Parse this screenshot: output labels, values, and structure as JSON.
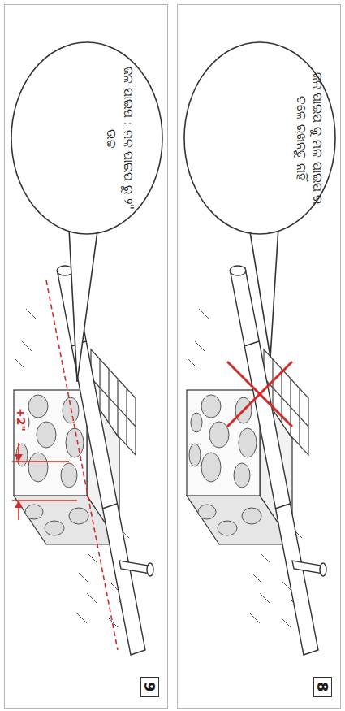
{
  "diagram": {
    "nodes": [
      {
        "text": [
          "ଜଳ ପାଇପ କୁ ମଳ ପାଇପ ର ତଳେ ରଖନ୍ତୁ ନାହିଁ"
        ]
      },
      {
        "text": [
          "ଜଳ ପାଇପ : ମଳ ପାଇପ ରୁ ୨\" ଉଚ୍ଚ"
        ]
      }
    ],
    "labels": [
      "8",
      "9",
      "+2\""
    ]
  }
}
